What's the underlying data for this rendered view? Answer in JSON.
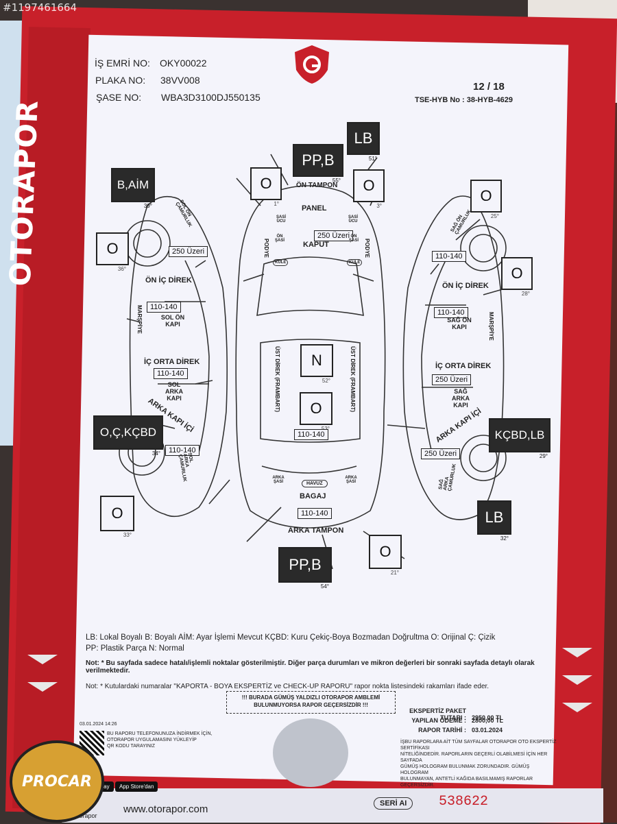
{
  "watermark": "#1197461664",
  "brand": "OTORAPOR",
  "header": {
    "is_emri_label": "İŞ EMRİ NO:",
    "is_emri_value": "OKY00022",
    "plaka_label": "PLAKA NO:",
    "plaka_value": "38VV008",
    "sase_label": "ŞASE NO:",
    "sase_value": "WBA3D3100DJ550135",
    "page": "12 / 18",
    "tse": "TSE-HYB No : 38-HYB-4629"
  },
  "boxes": {
    "b_aim": "B,AİM",
    "pp_b_top": "PP,B",
    "lb_top": "LB",
    "o_left_front": "O",
    "o_front_left": "O",
    "o_front_right": "O",
    "o_right_front_top": "O",
    "o_right_front": "O",
    "n_roof": "N",
    "o_trunk": "O",
    "o_c_kcbd": "O,Ç,KÇBD",
    "kcbd_lb": "KÇBD,LB",
    "o_left_rear": "O",
    "lb_right_rear": "LB",
    "pp_b_bottom": "PP,B",
    "o_rear": "O"
  },
  "degs": {
    "b_aim": "39°",
    "pp_b_top": "55°",
    "lb_top": "51°",
    "o_front_left": "1°",
    "o_front_right": "3°",
    "o_left_front": "36°",
    "o_right_front_top": "25°",
    "o_right_front": "28°",
    "n_roof": "52°",
    "o_trunk": "53°",
    "o_c_kcbd": "34°",
    "kcbd_lb": "29°",
    "o_left_rear": "33°",
    "lb_right_rear": "32°",
    "pp_b_bottom": "54°",
    "o_rear": "21°"
  },
  "values": {
    "v250_left": "250 Üzeri",
    "v250_hood": "250 Üzeri",
    "v110_right_fender": "110-140",
    "v110_left_door": "110-140",
    "v110_right_door": "110-140",
    "v110_left_rear_door": "110-140",
    "v250_right_rear_door": "250 Üzeri",
    "v110_trunk": "110-140",
    "v110_left_rear": "110-140",
    "v250_right_rear": "250 Üzeri",
    "v110_bagaj": "110-140"
  },
  "parts": {
    "on_tampon": "ÖN TAMPON",
    "panel": "PANEL",
    "kaput": "KAPUT",
    "on_ic_direk_left": "ÖN İÇ DİREK",
    "on_ic_direk_right": "ÖN İÇ DİREK",
    "sol_on_kapi": "SOL ÖN KAPI",
    "sag_on_kapi": "SAĞ ÖN KAPI",
    "ic_orta_direk_left": "İÇ ORTA DİREK",
    "ic_orta_direk_right": "İÇ ORTA DİREK",
    "sol_arka_kapi": "SOL ARKA KAPI",
    "sag_arka_kapi": "SAĞ ARKA KAPI",
    "arka_kapi_ici_left": "ARKA KAPI İÇİ",
    "arka_kapi_ici_right": "ARKA KAPI İÇİ",
    "bagaj": "BAGAJ",
    "havuz": "HAVUZ",
    "arka_tampon": "ARKA TAMPON",
    "ust_direk_left": "ÜST DİREK (FRAMBART)",
    "ust_direk_right": "ÜST DİREK (FRAMBART)",
    "sol_on_camurluk": "SOL ÖN ÇAMURLUK",
    "sag_on_camurluk": "SAĞ ÖN ÇAMURLUK",
    "sol_arka_camurluk": "SOL ARKA ÇAMURLUK",
    "sag_arka_camurluk": "SAĞ ARKA ÇAMURLUK",
    "marspiye_left": "MARŞPİYE",
    "marspiye_right": "MARŞPİYE",
    "podye_left": "PODYE",
    "podye_right": "PODYE",
    "kule_left": "KULE",
    "kule_right": "KULE",
    "sasi_ucu_left": "ŞASİ UCU",
    "sasi_ucu_right": "ŞASİ UCU",
    "on_sasi_left": "ÖN ŞASİ",
    "on_sasi_right": "ÖN ŞASİ",
    "arka_sasi_left": "ARKA ŞASİ",
    "arka_sasi_right": "ARKA ŞASİ"
  },
  "legend": {
    "line1": "LB: Lokal Boyalı B: Boyalı AİM: Ayar İşlemi Mevcut KÇBD: Kuru Çekiç-Boya Bozmadan Doğrultma O: Orijinal Ç: Çizik",
    "line2": "PP: Plastik Parça N: Normal"
  },
  "notes": {
    "note1": "Not: * Bu sayfada sadece hatalı/işlemli noktalar gösterilmiştir. Diğer parça durumları ve mikron değerleri bir sonraki sayfada detaylı olarak verilmektedir.",
    "note2": "Not: * Kutulardaki numaralar \"KAPORTA - BOYA EKSPERTİZ ve CHECK-UP RAPORU\" rapor nokta listesindeki rakamları ifade eder."
  },
  "hologram_notice": {
    "line1": "!!! BURADA GÜMÜŞ YALDIZLI OTORAPOR AMBLEMİ",
    "line2": "BULUNMUYORSA RAPOR GEÇERSİZDİR !!!"
  },
  "fees": {
    "paket_label": "EKSPERTİZ PAKET TUTARI :",
    "paket_value": "2950,00 TL",
    "odeme_label": "YAPILAN ÖDEME :",
    "odeme_value": "2800,00 TL",
    "tarih_label": "RAPOR TARİHİ :",
    "tarih_value": "03.01.2024"
  },
  "footer": {
    "datetime": "03.01.2024 14:26",
    "qr_text1": "BU RAPORU TELEFONUNUZA İNDİRMEK İÇİN,",
    "qr_text2": "OTORAPOR UYGULAMASINI YÜKLEYİP",
    "qr_text3": "QR KODU TARAYINIZ",
    "right_text1": "İŞBU RAPORLARA AİT TÜM SAYFALAR OTORAPOR OTO EKSPERTİZ SERTİFİKASI",
    "right_text2": "NİTELİĞİNDEDİR. RAPORLARIN GEÇERLİ OLABİLMESİ İÇİN HER SAYFADA",
    "right_text3": "GÜMÜŞ HOLOGRAM BULUNMAK ZORUNDADIR. GÜMÜŞ HOLOGRAM",
    "right_text4": "BULUNMAYAN, ANTETLİ KAĞIDA BASILMAMIŞ RAPORLAR GEÇERSİZDİR.",
    "app_store": "App Store'dan",
    "google_play": "Google Play",
    "website": "www.otorapor.com",
    "social": "otorapor",
    "seri_label": "SERİ AI",
    "serial": "538622",
    "procar": "PROCAR"
  }
}
